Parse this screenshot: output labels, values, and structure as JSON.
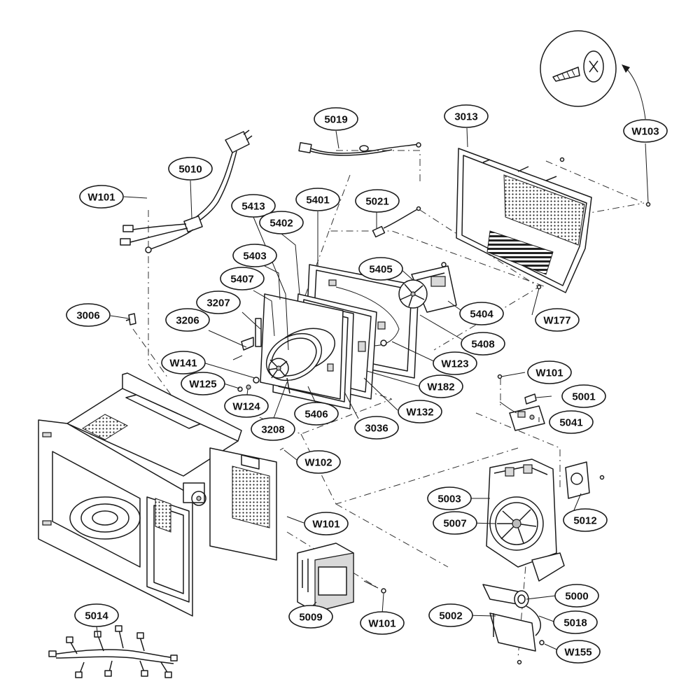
{
  "callouts": [
    {
      "id": "c5019",
      "label": "5019"
    },
    {
      "id": "c3013",
      "label": "3013"
    },
    {
      "id": "cW103",
      "label": "W103"
    },
    {
      "id": "c5010",
      "label": "5010"
    },
    {
      "id": "cW101a",
      "label": "W101"
    },
    {
      "id": "c5413",
      "label": "5413"
    },
    {
      "id": "c5401",
      "label": "5401"
    },
    {
      "id": "c5021",
      "label": "5021"
    },
    {
      "id": "c5402",
      "label": "5402"
    },
    {
      "id": "c5403",
      "label": "5403"
    },
    {
      "id": "c5405",
      "label": "5405"
    },
    {
      "id": "c5407",
      "label": "5407"
    },
    {
      "id": "c3207",
      "label": "3207"
    },
    {
      "id": "c3006",
      "label": "3006"
    },
    {
      "id": "c3206",
      "label": "3206"
    },
    {
      "id": "c5404",
      "label": "5404"
    },
    {
      "id": "cW177",
      "label": "W177"
    },
    {
      "id": "c5408",
      "label": "5408"
    },
    {
      "id": "cW141",
      "label": "W141"
    },
    {
      "id": "cW123",
      "label": "W123"
    },
    {
      "id": "cW125",
      "label": "W125"
    },
    {
      "id": "cW101b",
      "label": "W101"
    },
    {
      "id": "cW182",
      "label": "W182"
    },
    {
      "id": "cW124",
      "label": "W124"
    },
    {
      "id": "c5406",
      "label": "5406"
    },
    {
      "id": "cW132",
      "label": "W132"
    },
    {
      "id": "c5001",
      "label": "5001"
    },
    {
      "id": "c3208",
      "label": "3208"
    },
    {
      "id": "c3036",
      "label": "3036"
    },
    {
      "id": "c5041",
      "label": "5041"
    },
    {
      "id": "cW102",
      "label": "W102"
    },
    {
      "id": "c5003",
      "label": "5003"
    },
    {
      "id": "c5012",
      "label": "5012"
    },
    {
      "id": "cW101c",
      "label": "W101"
    },
    {
      "id": "c5007",
      "label": "5007"
    },
    {
      "id": "c5000",
      "label": "5000"
    },
    {
      "id": "c5014",
      "label": "5014"
    },
    {
      "id": "c5009",
      "label": "5009"
    },
    {
      "id": "cW101d",
      "label": "W101"
    },
    {
      "id": "c5002",
      "label": "5002"
    },
    {
      "id": "c5018",
      "label": "5018"
    },
    {
      "id": "cW155",
      "label": "W155"
    }
  ]
}
